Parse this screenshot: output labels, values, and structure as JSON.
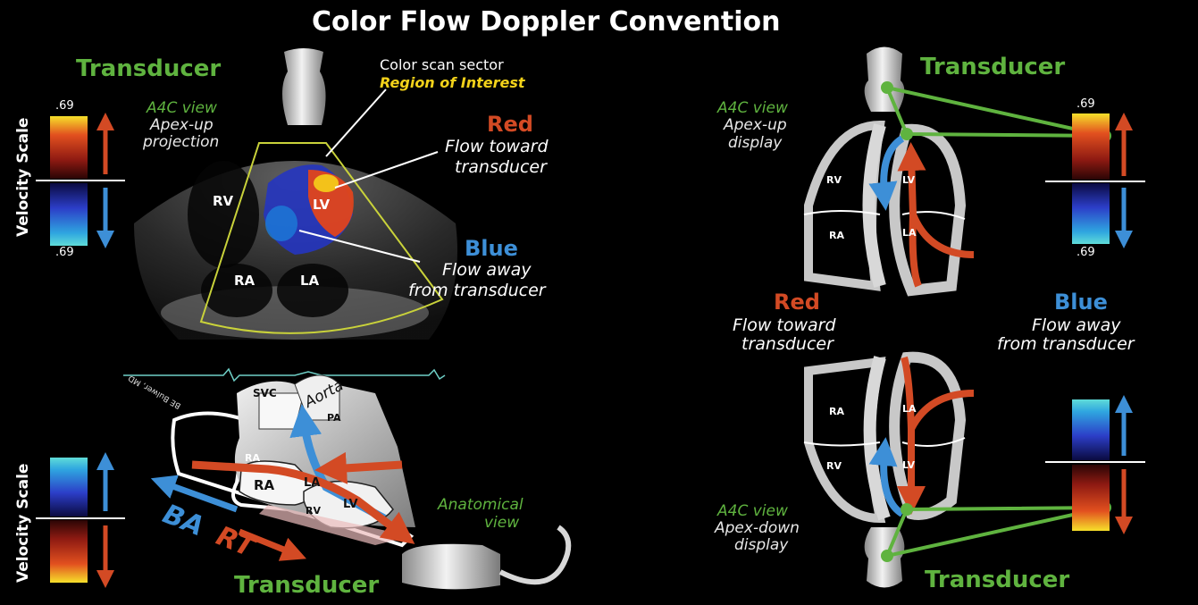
{
  "title": "Color Flow Doppler Convention",
  "left_top": {
    "transducer_label": "Transducer",
    "view_line1": "A4C view",
    "view_line2": "Apex-up",
    "view_line3": "projection",
    "sector_line1": "Color scan sector",
    "sector_line2": "Region of Interest",
    "red_title": "Red",
    "red_line1": "Flow toward",
    "red_line2": "transducer",
    "blue_title": "Blue",
    "blue_line1": "Flow away",
    "blue_line2": "from transducer",
    "chambers": {
      "rv": "RV",
      "lv": "LV",
      "ra": "RA",
      "la": "LA"
    },
    "scale_top": ".69",
    "scale_bottom": ".69",
    "velocity_label": "Velocity Scale"
  },
  "left_bottom": {
    "velocity_label": "Velocity Scale",
    "transducer_label": "Transducer",
    "anatomical_line1": "Anatomical",
    "anatomical_line2": "view",
    "ba": "BA",
    "rt": "RT",
    "svc": "SVC",
    "aorta": "Aorta",
    "pa": "PA",
    "ra_small": "RA",
    "ra": "RA",
    "la": "LA",
    "rv": "RV",
    "lv": "LV",
    "signature": "BE Bulwer, MD"
  },
  "right_top": {
    "transducer_label": "Transducer",
    "view_line1": "A4C view",
    "view_line2": "Apex-up",
    "view_line3": "display",
    "chambers": {
      "rv": "RV",
      "lv": "LV",
      "ra": "RA",
      "la": "LA"
    },
    "scale_top": ".69",
    "scale_bottom": ".69"
  },
  "right_middle": {
    "red_title": "Red",
    "red_line1": "Flow toward",
    "red_line2": "transducer",
    "blue_title": "Blue",
    "blue_line1": "Flow away",
    "blue_line2": "from transducer"
  },
  "right_bottom": {
    "transducer_label": "Transducer",
    "view_line1": "A4C view",
    "view_line2": "Apex-down",
    "view_line3": "display",
    "chambers": {
      "ra": "RA",
      "la": "LA",
      "rv": "RV",
      "lv": "LV"
    }
  },
  "colors": {
    "background": "#000000",
    "green": "#5fb33f",
    "red": "#d34a24",
    "blue": "#3d8fd7",
    "yellow": "#f3d21a",
    "heart_gray": "#c8c8c8"
  }
}
